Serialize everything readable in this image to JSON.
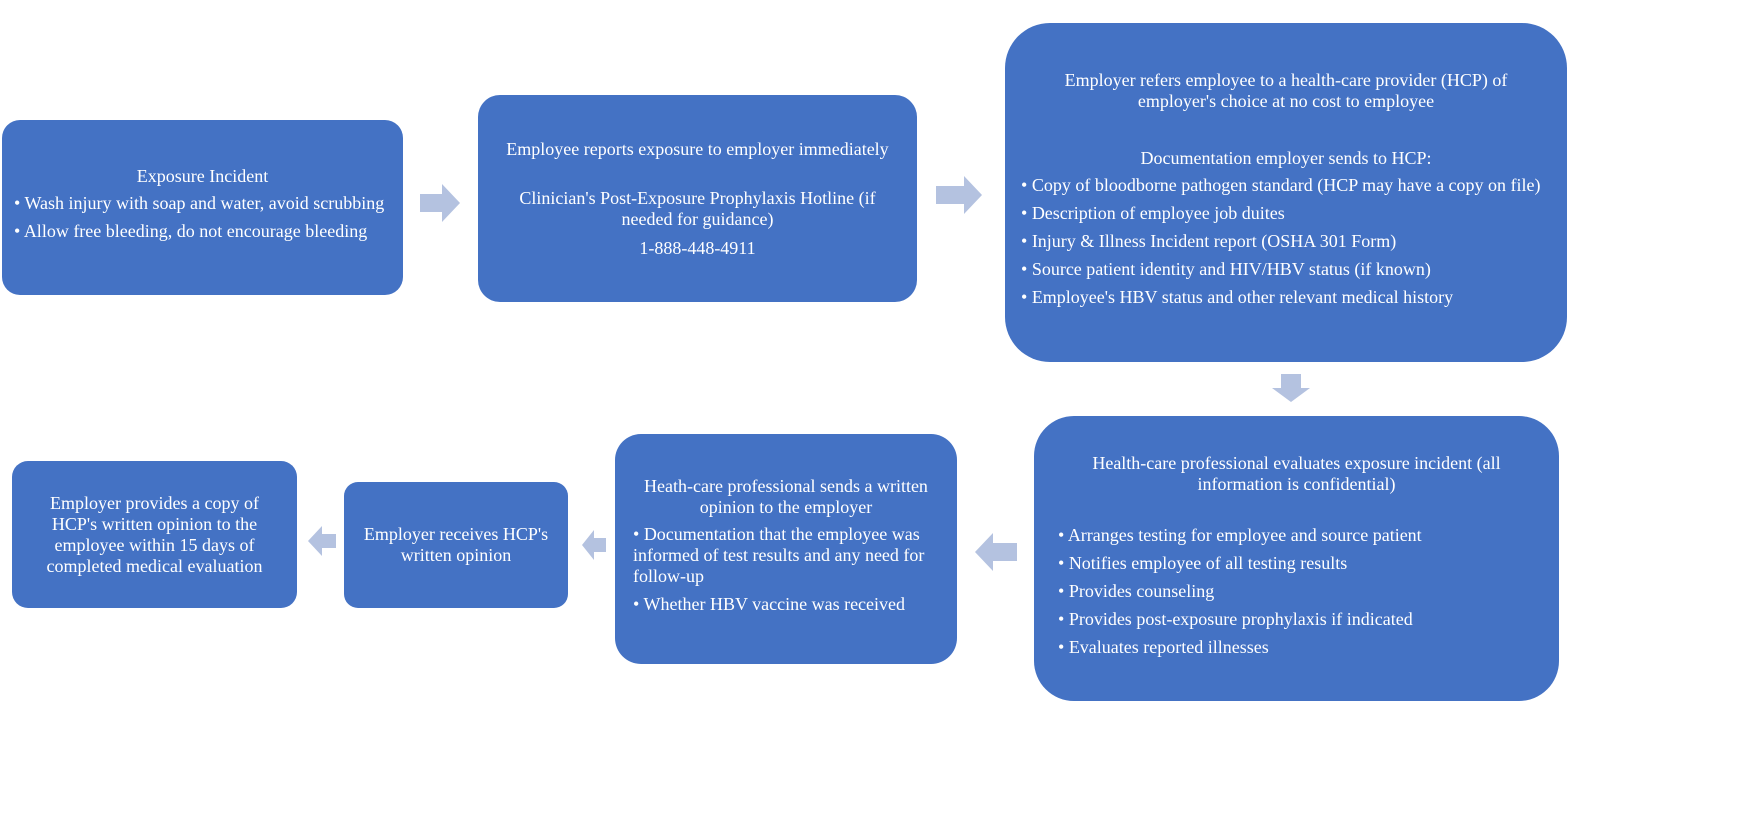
{
  "colors": {
    "box": "#4472C4",
    "arrow": "#B4C2E0",
    "text": "#FFFFFF"
  },
  "steps": [
    {
      "title": "Exposure Incident",
      "bullets": [
        "Wash injury with soap and water, avoid scrubbing",
        "Allow free bleeding, do not encourage bleeding"
      ]
    },
    {
      "title": "Employee reports exposure to employer immediately",
      "hotline": "Clinician's Post-Exposure Prophylaxis Hotline (if needed for guidance)",
      "phone": "1-888-448-4911"
    },
    {
      "title": "Employer refers employee to a health-care provider (HCP) of employer's choice at no cost to employee",
      "subtitle": "Documentation employer sends to HCP:",
      "bullets": [
        "Copy of bloodborne pathogen standard (HCP may have a copy on file)",
        "Description of employee job duites",
        "Injury & Illness Incident report (OSHA 301 Form)",
        "Source patient identity and HIV/HBV status (if known)",
        "Employee's HBV status and other relevant medical history"
      ]
    },
    {
      "title": "Health-care professional evaluates exposure incident (all information is confidential)",
      "bullets": [
        "Arranges testing for employee and source patient",
        "Notifies employee of all testing results",
        "Provides counseling",
        "Provides post-exposure prophylaxis if indicated",
        "Evaluates reported illnesses"
      ]
    },
    {
      "title": "Heath-care professional sends a written opinion to the employer",
      "bullets": [
        "Documentation that the employee was informed of test results and any need for follow-up",
        "Whether HBV vaccine was received"
      ]
    },
    {
      "title": "Employer receives HCP's written opinion"
    },
    {
      "title": "Employer provides a copy of HCP's written opinion to the employee within 15 days of completed medical evaluation"
    }
  ]
}
